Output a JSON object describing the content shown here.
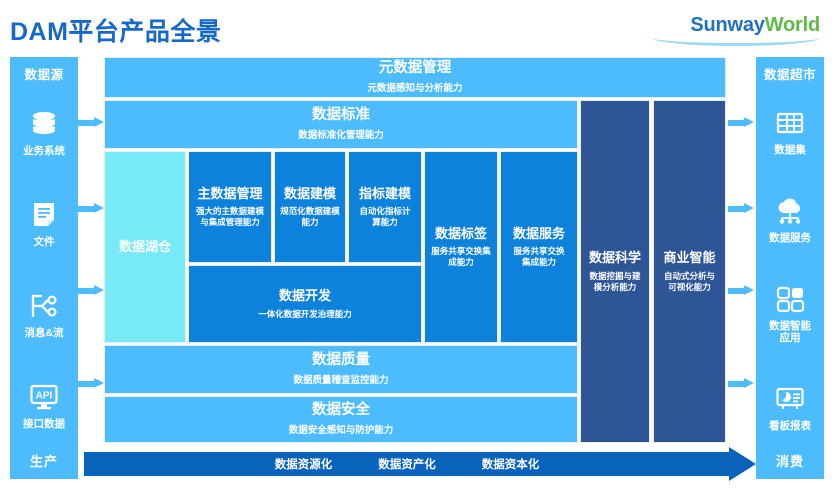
{
  "header": {
    "title": "DAM平台产品全景",
    "logo_primary": "Sunway",
    "logo_secondary": "World",
    "title_color": "#1669c9",
    "logo_primary_color": "#1f6fc4",
    "logo_secondary_color": "#5fbb46"
  },
  "left_panel": {
    "title": "数据源",
    "footer": "生产",
    "items": [
      {
        "label": "业务系统",
        "icon": "database-icon"
      },
      {
        "label": "文件",
        "icon": "document-icon"
      },
      {
        "label": "消息&流",
        "icon": "message-stream-icon"
      },
      {
        "label": "接口数据",
        "icon": "api-icon"
      }
    ]
  },
  "right_panel": {
    "title": "数据超市",
    "footer": "消费",
    "items": [
      {
        "label": "数据集",
        "icon": "table-grid-icon"
      },
      {
        "label": "数据服务",
        "icon": "cloud-service-icon"
      },
      {
        "label": "数据智能\n应用",
        "icon": "apps-grid-icon"
      },
      {
        "label": "看板报表",
        "icon": "dashboard-report-icon"
      }
    ]
  },
  "center": {
    "metadata": {
      "title": "元数据管理",
      "subtitle": "元数据感知与分析能力"
    },
    "standard": {
      "title": "数据标准",
      "subtitle": "数据标准化管理能力"
    },
    "lake": {
      "title": "数据湖仓"
    },
    "cards": [
      {
        "title": "主数据管理",
        "subtitle": "强大的主数据建模\n与集成管理能力"
      },
      {
        "title": "数据建模",
        "subtitle": "规范化数据建模\n能力"
      },
      {
        "title": "指标建模",
        "subtitle": "自动化指标计\n算能力"
      }
    ],
    "development": {
      "title": "数据开发",
      "subtitle": "一体化数据开发治理能力"
    },
    "tall_cards": [
      {
        "title": "数据标签",
        "subtitle": "服务共享交换集\n成能力"
      },
      {
        "title": "数据服务",
        "subtitle": "服务共享交换\n集成能力"
      }
    ],
    "navy_columns": [
      {
        "title": "数据科学",
        "subtitle": "数据挖掘与建\n模分析能力"
      },
      {
        "title": "商业智能",
        "subtitle": "自动式分析与\n可视化能力"
      }
    ],
    "quality": {
      "title": "数据质量",
      "subtitle": "数据质量稽查监控能力"
    },
    "security": {
      "title": "数据安全",
      "subtitle": "数据安全感知与防护能力"
    }
  },
  "bottom_arrow": {
    "stages": [
      "数据资源化",
      "数据资产化",
      "数据资本化"
    ],
    "color": "#0a63ba"
  },
  "colors": {
    "light_blue": "#4dbcff",
    "mid_blue": "#0d82dd",
    "navy": "#2e5596",
    "cyan": "#76eaf7"
  }
}
